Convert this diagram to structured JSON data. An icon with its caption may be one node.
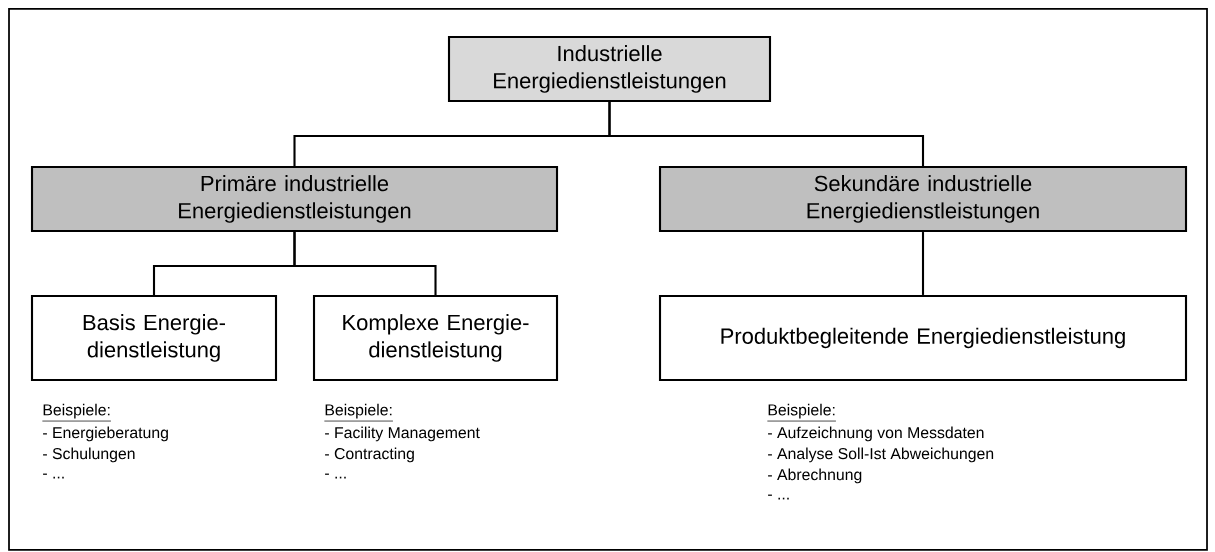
{
  "diagram": {
    "nodes": [
      {
        "text": [
          "Industrielle Energiedienstleistungen"
        ]
      },
      {
        "text": [
          "Primäre industrielle Energiedienstleistungen"
        ]
      },
      {
        "text": [
          "Sekundäre industrielle Energiedienstleistungen"
        ]
      },
      {
        "text": [
          "Basis Energie- dienstleistung"
        ],
        "beside": [
          "Beispiele:",
          "- Energieberatung",
          "- Schulungen",
          "- ..."
        ]
      },
      {
        "text": [
          "Komplexe Energie- dienstleistung"
        ],
        "beside": [
          "Beispiele:",
          "- Facility Management",
          "- Contracting",
          "- ..."
        ]
      },
      {
        "text": [
          "Produktbegleitende Energiedienstleistung"
        ],
        "beside": [
          "Beispiele:",
          "- Aufzeichnung von Messdaten",
          "- Analyse Soll-Ist Abweichungen",
          "- Abrechnung",
          "- ..."
        ]
      }
    ],
    "edges": [
      {
        "from": 0,
        "to": 1,
        "arrow": "none"
      },
      {
        "from": 0,
        "to": 2,
        "arrow": "none"
      },
      {
        "from": 1,
        "to": 3,
        "arrow": "none"
      },
      {
        "from": 1,
        "to": 4,
        "arrow": "none"
      },
      {
        "from": 2,
        "to": 5,
        "arrow": "none"
      }
    ]
  }
}
